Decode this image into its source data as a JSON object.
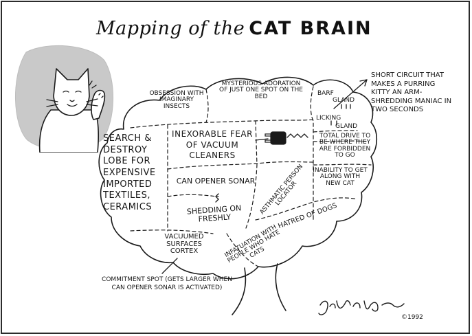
{
  "title": {
    "prefix": "Mapping of the",
    "emphasis": "CAT BRAIN"
  },
  "regions": {
    "obsession": "Obsession with imaginary insects",
    "mysterious": "Mysterious adoration of just one spot on the bed",
    "barf": "Barf",
    "gland": "Gland",
    "licking": "Licking",
    "licking_gland": "Gland",
    "search_destroy": "Search & destroy lobe for expensive imported textiles, ceramics",
    "inexorable": "Inexorable fear of vacuum cleaners",
    "total_drive": "Total drive to be where they are forbidden to go",
    "can_opener": "Can opener sonar",
    "asthmatic": "Asthmatic person locator",
    "inability": "Inability to get along with new cat",
    "shedding": "Shedding on freshly",
    "hatred": "Hatred of dogs",
    "vacuumed": "Vacuumed surfaces cortex",
    "infatuation": "Infatuation with people who hate cats"
  },
  "callouts": {
    "short_circuit": "Short circuit that makes a purring kitty an arm-shredding maniac in two seconds",
    "commitment": "Commitment spot (gets larger when can opener sonar is activated)"
  },
  "signature": "Jennifer Berman",
  "copyright": "©1992",
  "colors": {
    "ink": "#1a1a1a",
    "portrait_bg": "#c9c9c9",
    "paper": "#ffffff"
  },
  "icons": [
    "cat-portrait-icon",
    "electric-plug-icon",
    "spark-icon"
  ]
}
